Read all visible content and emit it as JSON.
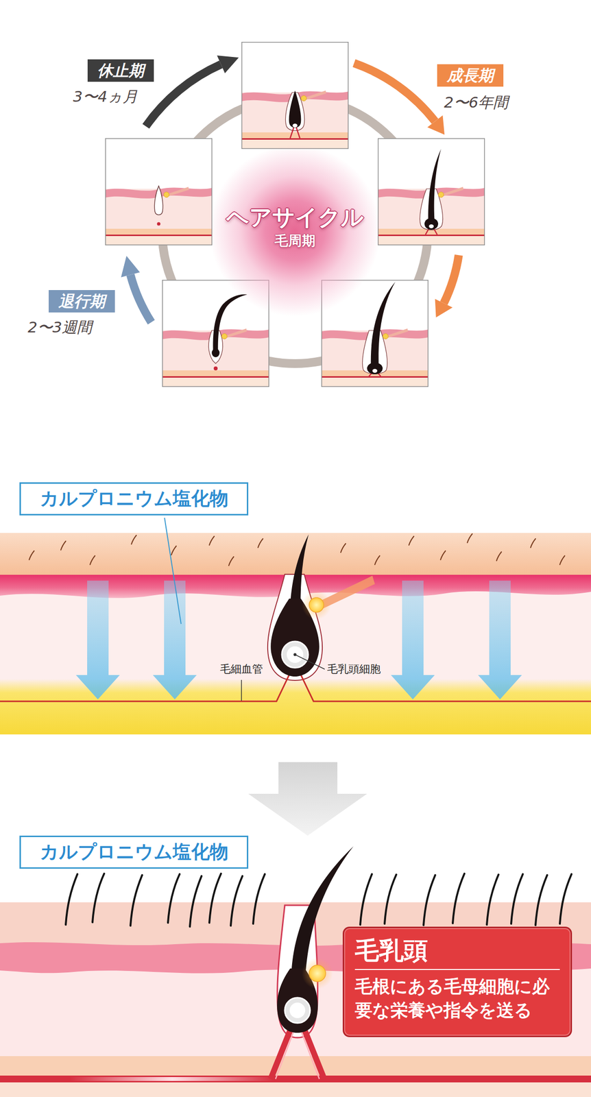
{
  "diagram": {
    "nodes": [
      {
        "text": [
          "休止期",
          "3〜4ヵ月"
        ]
      },
      {
        "text": [
          "成長期",
          "2〜6年間"
        ]
      },
      {
        "text": [
          "ヘアサイクル",
          "毛周期"
        ]
      },
      {
        "text": [
          "退行期",
          "2〜3週間"
        ]
      },
      {
        "text": [
          "カルプロニウム塩化物"
        ]
      },
      {
        "text": [
          "カルプロニウム塩化物"
        ]
      },
      {
        "text": [
          "毛乳頭",
          "毛根にある毛母細胞に必要な栄養や指令を送る"
        ]
      }
    ],
    "labels": [
      "毛細血管",
      "毛乳頭細胞"
    ]
  }
}
